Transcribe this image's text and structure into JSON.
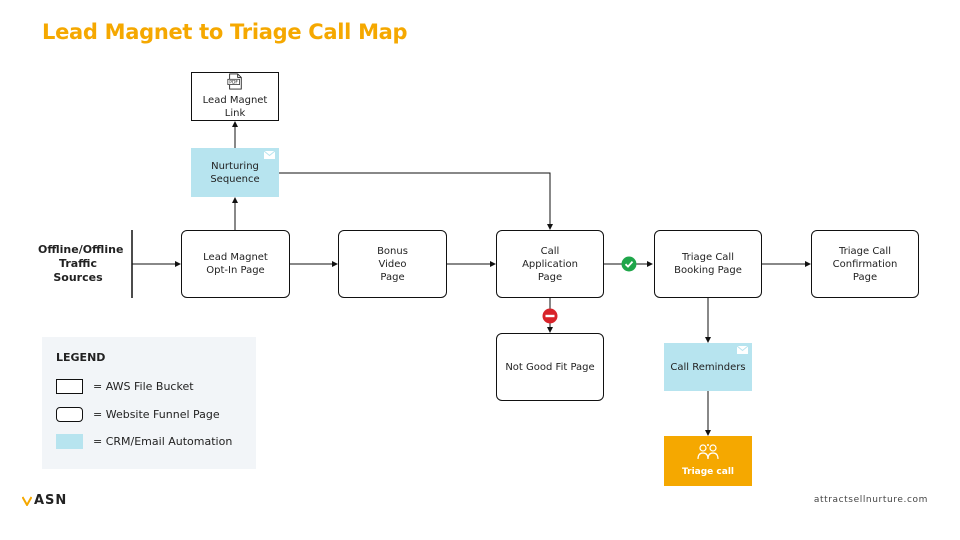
{
  "title": "Lead Magnet to Triage Call Map",
  "sources": {
    "label": "Offline/Offline Traffic Sources"
  },
  "nodes": {
    "lead_magnet_link": "Lead Magnet Link",
    "nurturing_sequence": "Nurturing Sequence",
    "opt_in": "Lead Magnet Opt-In Page",
    "bonus_video": "Bonus Video Page",
    "call_application": "Call Application Page",
    "triage_booking": "Triage Call Booking Page",
    "triage_confirmation": "Triage Call Confirmation Page",
    "not_good_fit": "Not Good Fit Page",
    "call_reminders": "Call Reminders",
    "triage_call": "Triage call"
  },
  "pdf_icon_text": "PDF",
  "legend": {
    "title": "LEGEND",
    "items": [
      {
        "label": "= AWS File Bucket"
      },
      {
        "label": "= Website Funnel Page"
      },
      {
        "label": "= CRM/Email Automation"
      }
    ]
  },
  "footer": {
    "logo": "ASN",
    "url": "attractsellnurture.com"
  },
  "colors": {
    "accent": "#f5a800",
    "crm": "#b7e4ef",
    "legend_bg": "#f2f5f8",
    "approve": "#1fa64a",
    "reject": "#d8232a"
  }
}
